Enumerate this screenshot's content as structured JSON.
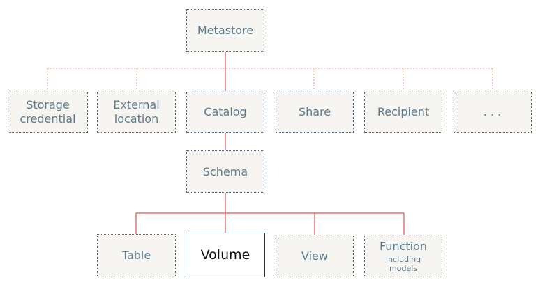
{
  "nodes": {
    "metastore": {
      "label": "Metastore"
    },
    "storage_credential": {
      "label": "Storage\ncredential"
    },
    "external_location": {
      "label": "External\nlocation"
    },
    "catalog": {
      "label": "Catalog"
    },
    "share": {
      "label": "Share"
    },
    "recipient": {
      "label": "Recipient"
    },
    "more": {
      "label": ". . ."
    },
    "schema": {
      "label": "Schema"
    },
    "table": {
      "label": "Table"
    },
    "volume": {
      "label": "Volume"
    },
    "view": {
      "label": "View"
    },
    "function": {
      "label": "Function",
      "sublabel": "Including\nmodels"
    }
  },
  "colors": {
    "solid_connector": "#d9534f",
    "dotted_connector": "#e8a884",
    "node_text": "#5b7b8c",
    "node_fill": "#f6f5f2"
  }
}
